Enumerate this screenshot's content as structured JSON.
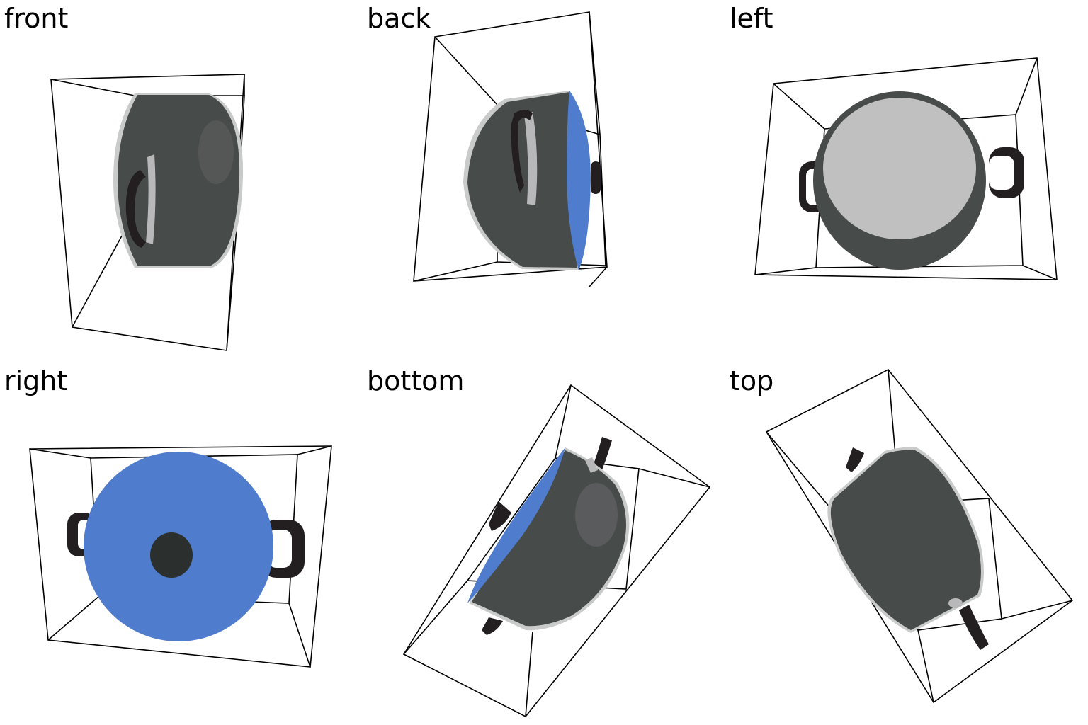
{
  "views": [
    {
      "key": "front",
      "label": "front"
    },
    {
      "key": "back",
      "label": "back"
    },
    {
      "key": "left",
      "label": "left"
    },
    {
      "key": "right",
      "label": "right"
    },
    {
      "key": "bottom",
      "label": "bottom"
    },
    {
      "key": "top",
      "label": "top"
    }
  ],
  "colors": {
    "pot_body": "#474b49",
    "pot_body_shade": "#3c403e",
    "pot_highlight": "#6a6a6c",
    "pot_rim": "#c9cbcb",
    "pot_interior": "#c0c0c0",
    "handle": "#231f20",
    "handle_bracket": "#b8b8ba",
    "lid": "#4f7ccc",
    "lid_knob": "#2b2f2e",
    "box_lines": "#000000"
  }
}
